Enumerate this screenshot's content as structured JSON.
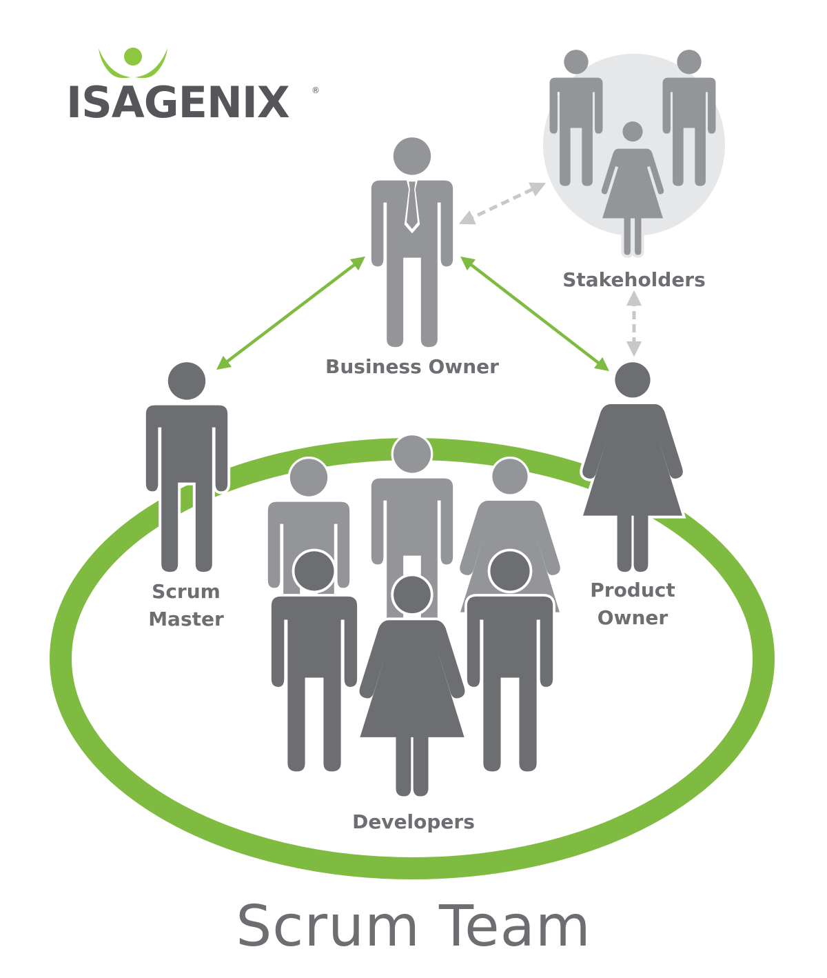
{
  "logo": {
    "text": "ISAGENIX",
    "registered_mark": "®",
    "accent_color": "#8dc63f"
  },
  "roles": {
    "business_owner": "Business Owner",
    "stakeholders": "Stakeholders",
    "scrum_master_line1": "Scrum",
    "scrum_master_line2": "Master",
    "product_owner_line1": "Product",
    "product_owner_line2": "Owner",
    "developers": "Developers"
  },
  "team_title": "Scrum Team",
  "colors": {
    "green": "#7fbb40",
    "dark_gray": "#6d6e72",
    "mid_gray": "#939598",
    "light_circle": "#e6e7e8",
    "dashed_arrow": "#c7c8ca"
  },
  "relationships": [
    {
      "from": "business_owner",
      "to": "scrum_master",
      "style": "solid-green"
    },
    {
      "from": "business_owner",
      "to": "product_owner",
      "style": "solid-green"
    },
    {
      "from": "business_owner",
      "to": "stakeholders",
      "style": "dashed-gray"
    },
    {
      "from": "stakeholders",
      "to": "product_owner",
      "style": "dashed-gray"
    }
  ]
}
